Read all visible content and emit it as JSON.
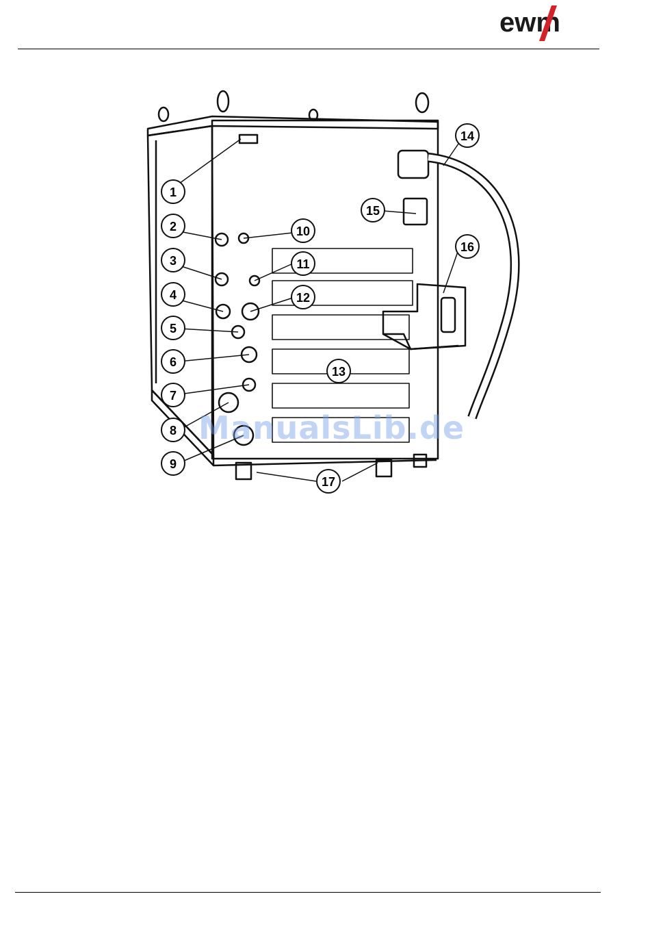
{
  "brand": {
    "logo_text": "ewm",
    "colors": {
      "text": "#1a1a1a",
      "accent": "#d2232a"
    }
  },
  "figure": {
    "callouts": [
      "1",
      "2",
      "3",
      "4",
      "5",
      "6",
      "7",
      "8",
      "9",
      "10",
      "11",
      "12",
      "13",
      "14",
      "15",
      "16",
      "17"
    ]
  },
  "watermark": "ManualsLib.de"
}
